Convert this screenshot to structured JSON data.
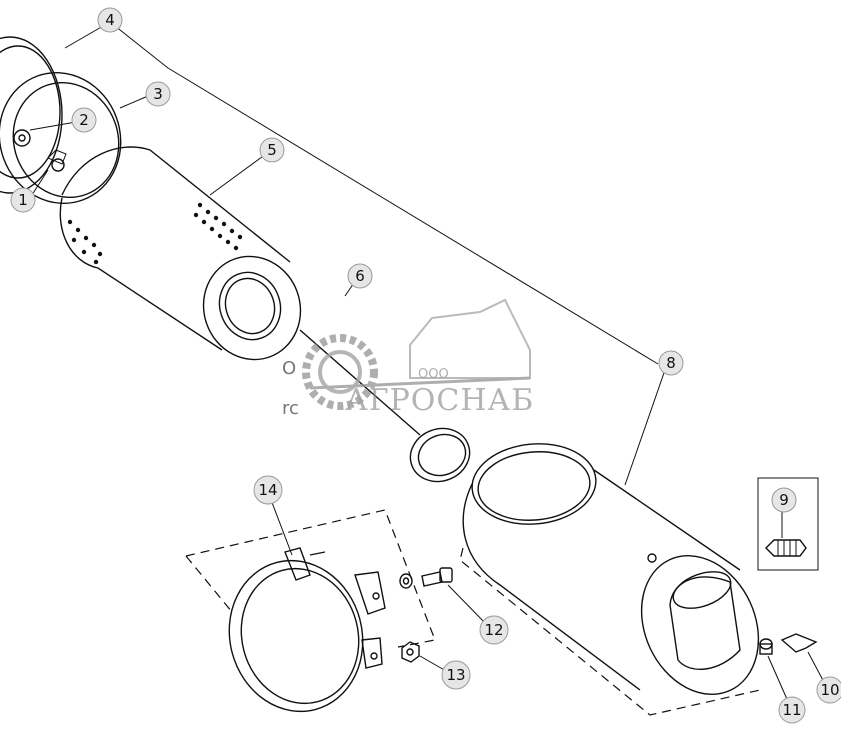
{
  "callouts": [
    "1",
    "2",
    "3",
    "4",
    "5",
    "6",
    "8",
    "9",
    "10",
    "11",
    "12",
    "13",
    "14"
  ],
  "watermark": {
    "company": "ООО",
    "brand": "АГРОСНАБ"
  },
  "fragments": {
    "left_top": "O",
    "left_bottom": "rc"
  }
}
